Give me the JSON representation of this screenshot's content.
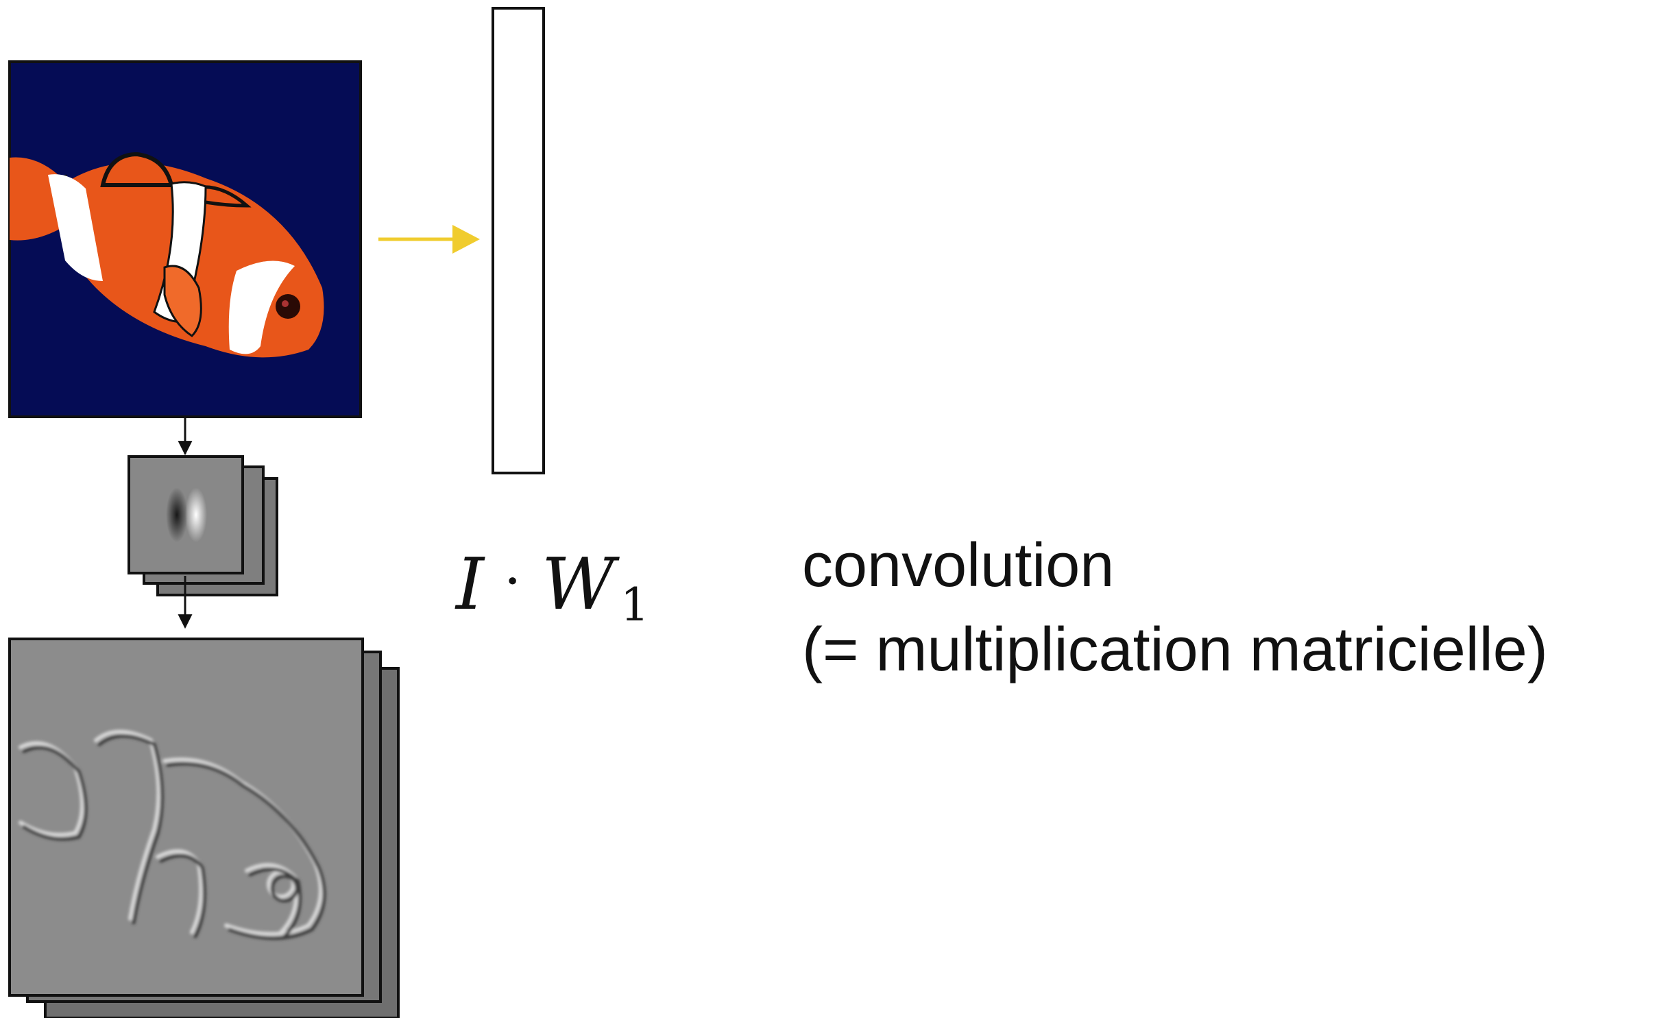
{
  "formula": {
    "I": "I",
    "dot": "·",
    "W": "W",
    "sub": "1"
  },
  "caption": {
    "line1": "convolution",
    "line2": "(= multiplication matricielle)"
  },
  "colors": {
    "background": "#ffffff",
    "fish_bg": "#050c55",
    "fish_orange": "#e8561a",
    "arrow_yellow": "#f0cc2e",
    "feature_gray": "#8c8c8c"
  }
}
